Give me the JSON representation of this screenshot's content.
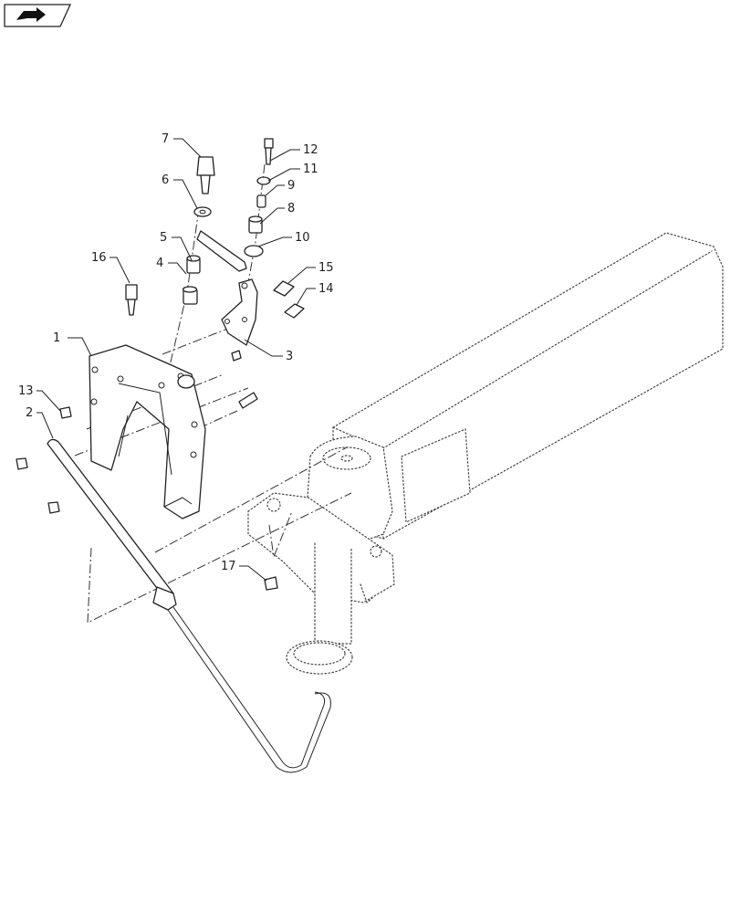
{
  "nav": {
    "icon": "arrow-forward-icon"
  },
  "diagram": {
    "callouts": [
      "1",
      "2",
      "3",
      "4",
      "5",
      "6",
      "7",
      "8",
      "9",
      "10",
      "11",
      "12",
      "13",
      "14",
      "15",
      "16",
      "17"
    ]
  },
  "colors": {
    "line": "#222222",
    "background": "#ffffff"
  }
}
